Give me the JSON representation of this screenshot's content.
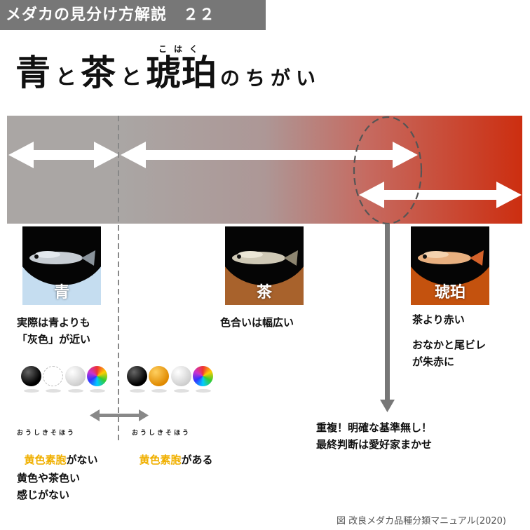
{
  "header": {
    "tag": "メダカの見分け方解説　２２"
  },
  "title": {
    "word1": "青",
    "particle1": "と",
    "word2": "茶",
    "particle2": "と",
    "word3": "琥珀",
    "word3_ruby": "こはく",
    "tail": "のちがい"
  },
  "varieties": [
    {
      "label": "青",
      "desc": "実際は青よりも\n「灰色」が近い"
    },
    {
      "label": "茶",
      "desc": "色合いは幅広い"
    },
    {
      "label": "琥珀",
      "desc": "茶より赤い",
      "desc2": "おなかと尾ビレ\nが朱赤に"
    }
  ],
  "pigment": {
    "ruby": "おうしきそほう",
    "term": "黄色素胞",
    "absent_suffix": "がない",
    "present_suffix": "がある",
    "note": "黄色や茶色い\n感じがない"
  },
  "overlap_note": "重複！明確な基準無し！\n最終判断は愛好家まかせ",
  "caption": "図 改良メダカ品種分類マニュアル(2020)",
  "colors": {
    "header_bg": "#777777",
    "bar_left": "#aaa6a4",
    "bar_right": "#cc2e10",
    "accent_yellow": "#f0b000",
    "blue_bg": "#c5ddf0",
    "brown_bg": "#a8622c",
    "amber_bg": "#c4520e"
  },
  "icons": [
    "double-arrow-icon",
    "down-arrow-icon",
    "dashed-ellipse-icon",
    "sphere-icon",
    "fish-photo-icon"
  ]
}
